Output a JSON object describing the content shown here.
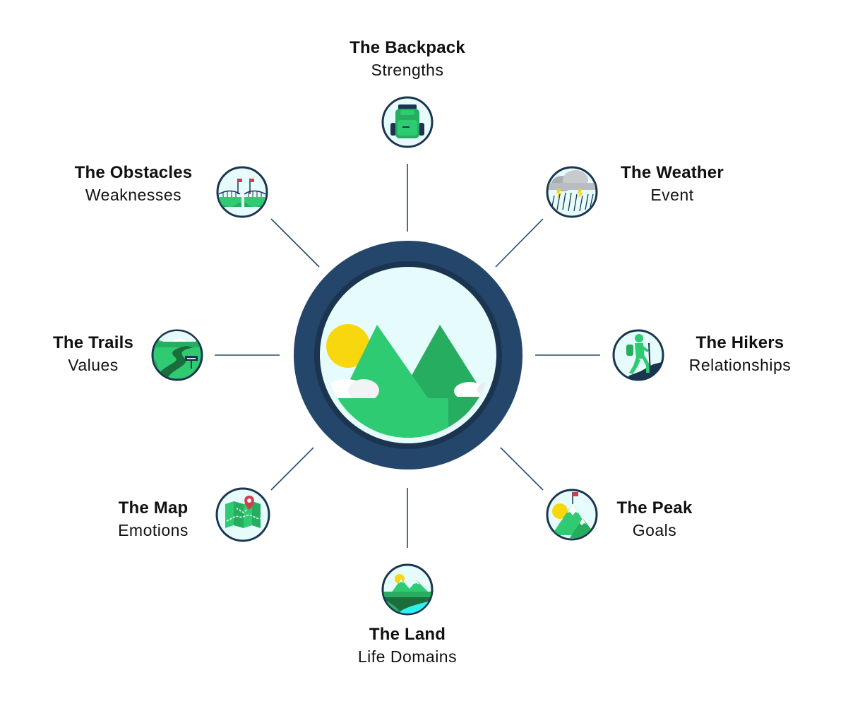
{
  "nodes": {
    "backpack": {
      "title": "The Backpack",
      "subtitle": "Strengths"
    },
    "weather": {
      "title": "The Weather",
      "subtitle": "Event"
    },
    "hikers": {
      "title": "The Hikers",
      "subtitle": "Relationships"
    },
    "peak": {
      "title": "The Peak",
      "subtitle": "Goals"
    },
    "land": {
      "title": "The Land",
      "subtitle": "Life Domains"
    },
    "map": {
      "title": "The Map",
      "subtitle": "Emotions"
    },
    "trails": {
      "title": "The Trails",
      "subtitle": "Values"
    },
    "obstacles": {
      "title": "The Obstacles",
      "subtitle": "Weaknesses"
    }
  },
  "colors": {
    "navy": "#24466a",
    "dark_ring": "#1b3550",
    "green": "#2fcb72",
    "dark_green": "#27ad60",
    "sky": "#e6fbfb",
    "sun": "#f8d70e",
    "line": "#284868",
    "red": "#d83a4d"
  }
}
